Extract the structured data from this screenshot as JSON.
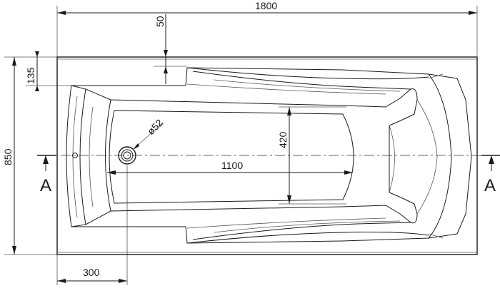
{
  "dimensions": {
    "length": "1800",
    "rim_offset": "50",
    "rim_width": "135",
    "width": "850",
    "drain_diameter": "ø52",
    "inner_length": "1100",
    "inner_width": "420",
    "drain_offset": "300"
  },
  "section_marks": {
    "left": "A",
    "right": "A"
  }
}
